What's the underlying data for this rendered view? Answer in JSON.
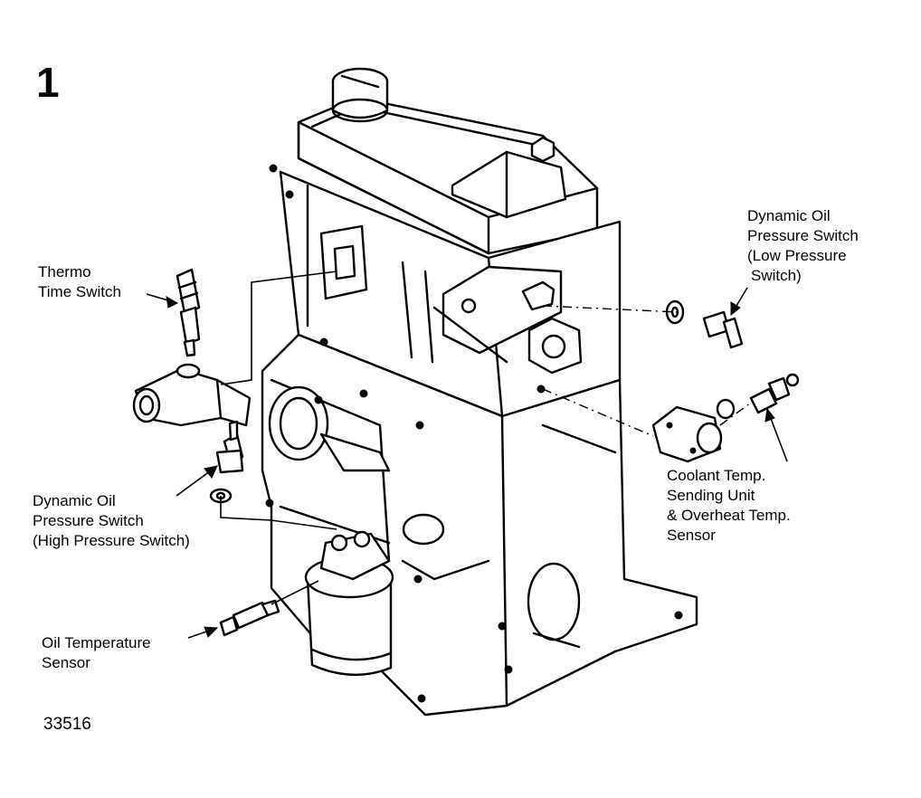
{
  "figure": {
    "number": "1",
    "reference_code": "33516"
  },
  "labels": {
    "thermo_time_switch": [
      "Thermo",
      "Time Switch"
    ],
    "dynamic_oil_low": [
      "Dynamic Oil",
      "Pressure Switch",
      "(Low Pressure",
      "Switch)"
    ],
    "dynamic_oil_high": [
      "Dynamic Oil",
      "Pressure Switch",
      "(High Pressure Switch)"
    ],
    "coolant_temp": [
      "Coolant Temp.",
      "Sending Unit",
      "& Overheat Temp.",
      "Sensor"
    ],
    "oil_temperature": [
      "Oil Temperature",
      "Sensor"
    ]
  }
}
